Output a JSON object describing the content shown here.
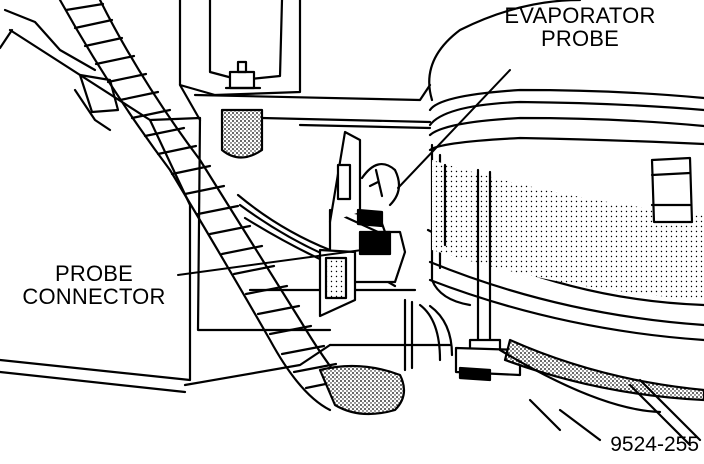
{
  "labels": {
    "evaporator_probe_line1": "EVAPORATOR",
    "evaporator_probe_line2": "PROBE",
    "probe_connector_line1": "PROBE",
    "probe_connector_line2": "CONNECTOR"
  },
  "figure_number": "9524-255",
  "colors": {
    "ink": "#000000",
    "paper": "#ffffff",
    "shade": "#9a9a9a"
  }
}
